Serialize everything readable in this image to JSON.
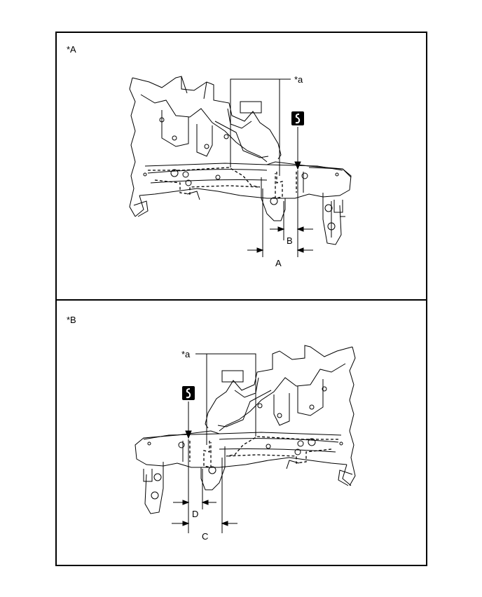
{
  "panels": [
    {
      "label": "*A",
      "callout": "*a",
      "dimensions": {
        "outer": "A",
        "inner": "B"
      },
      "symbol": "sealant-icon"
    },
    {
      "label": "*B",
      "callout": "*a",
      "dimensions": {
        "outer": "C",
        "inner": "D"
      },
      "symbol": "sealant-icon"
    }
  ],
  "colors": {
    "line": "#000000",
    "background": "#ffffff"
  }
}
